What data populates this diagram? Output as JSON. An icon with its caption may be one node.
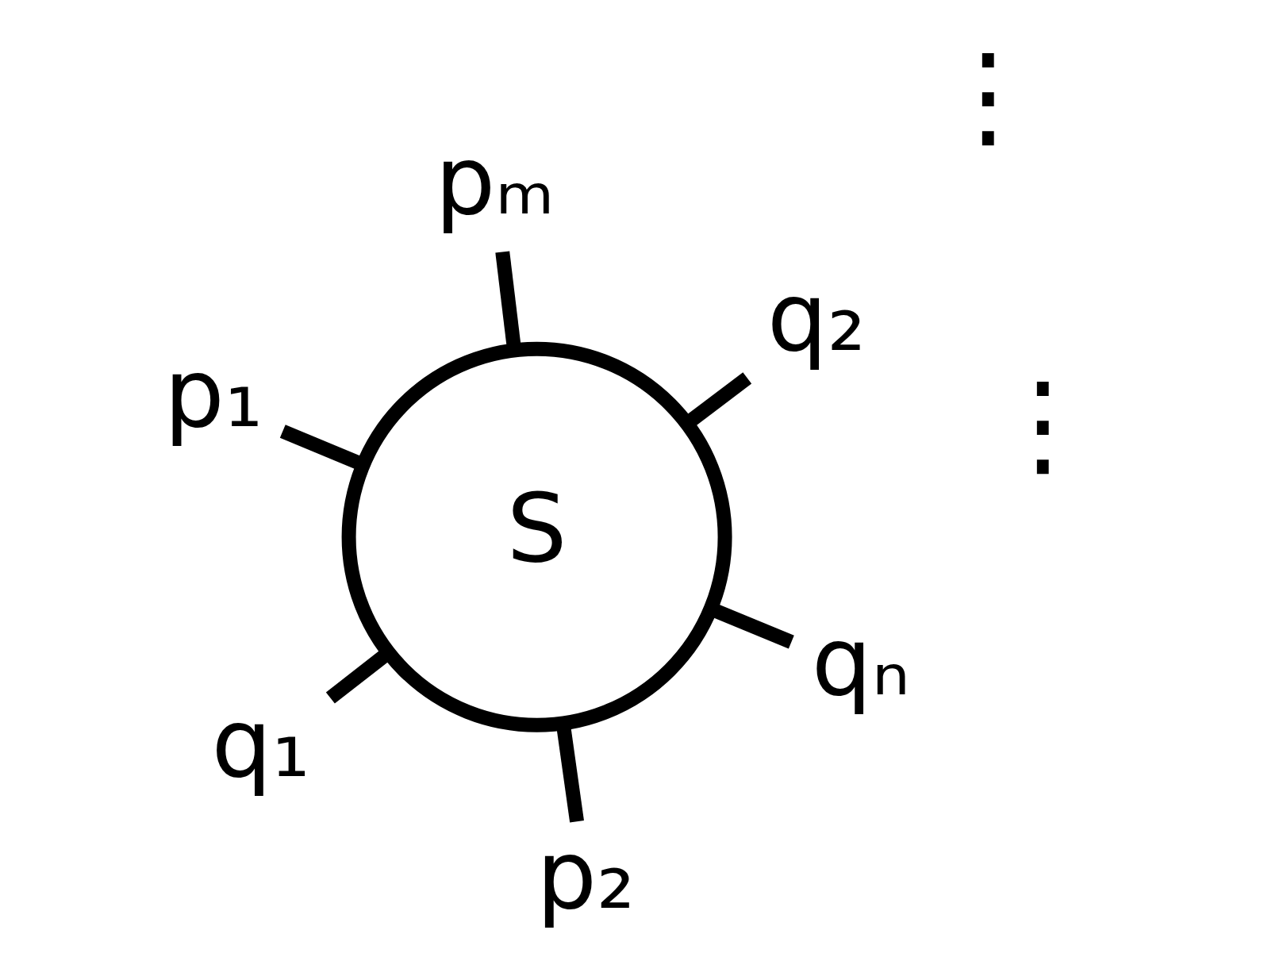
{
  "diagram": {
    "nodes": [
      {
        "text": [
          "p₁"
        ]
      },
      {
        "text": [
          "qₙ"
        ]
      },
      {
        "text": [
          "p₂"
        ]
      },
      {
        "text": [
          "S"
        ]
      },
      {
        "text": [
          "q₂"
        ]
      },
      {
        "text": [
          "pₘ"
        ]
      },
      {
        "text": [
          "q₁"
        ]
      }
    ],
    "edges": [
      {
        "from": 3,
        "to": 0,
        "arrow": "none"
      },
      {
        "from": 3,
        "to": 2,
        "arrow": "none"
      },
      {
        "from": 3,
        "to": 5,
        "arrow": "none"
      },
      {
        "from": 3,
        "to": 6,
        "arrow": "none"
      },
      {
        "from": 3,
        "to": 4,
        "arrow": "none"
      },
      {
        "from": 3,
        "to": 1,
        "arrow": "none"
      }
    ],
    "labels": [
      "⋮",
      "⋮"
    ]
  }
}
